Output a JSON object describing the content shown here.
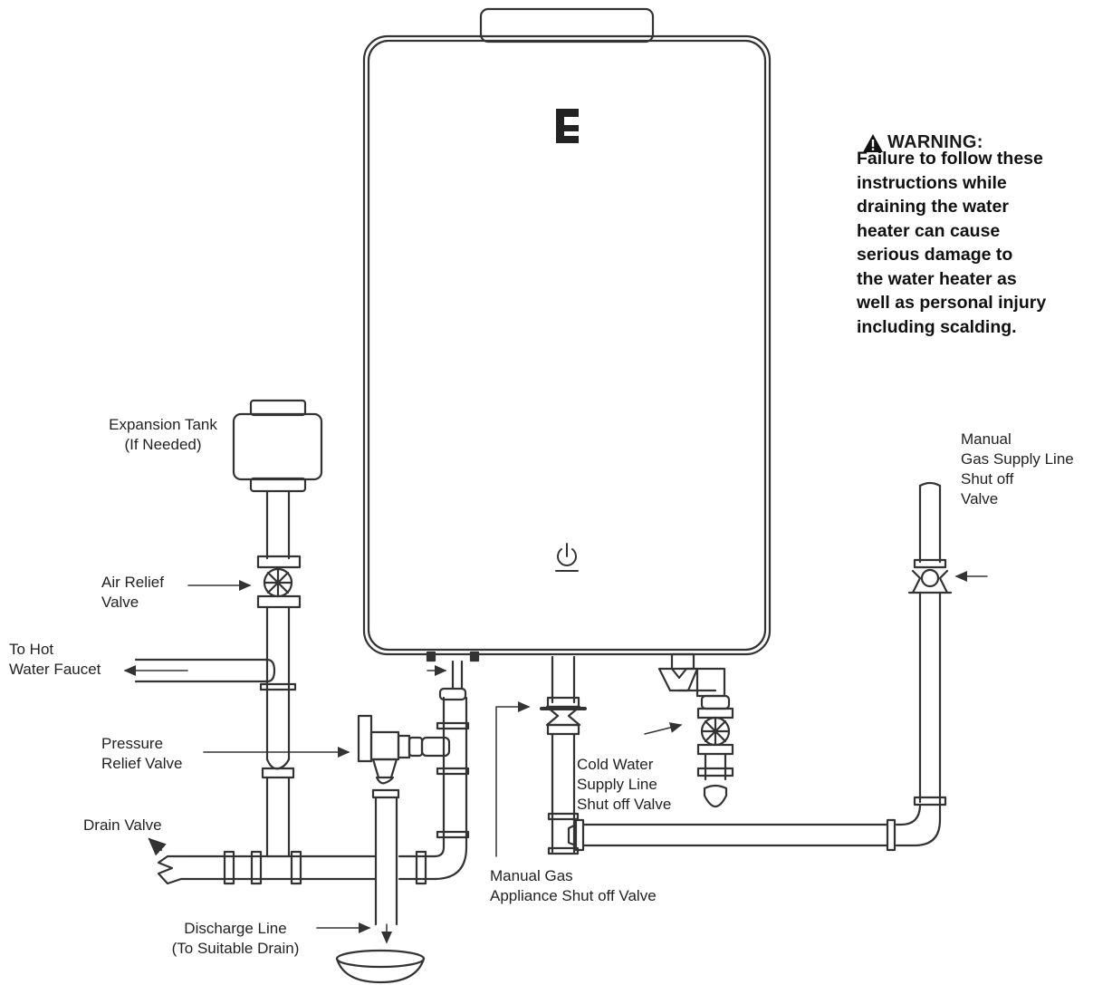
{
  "warning": {
    "title": "WARNING:",
    "body": "Failure to follow these\ninstructions while\ndraining the water\nheater can cause\nserious damage to\nthe water heater as\nwell as personal injury\nincluding scalding."
  },
  "labels": {
    "expansion_tank": "Expansion Tank\n(If Needed)",
    "air_relief_valve": "Air Relief\nValve",
    "to_hot_water_faucet": "To Hot\nWater Faucet",
    "pressure_relief_valve": "Pressure\nRelief Valve",
    "drain_valve": "Drain Valve",
    "discharge_line": "Discharge Line\n(To Suitable Drain)",
    "manual_gas_appliance": "Manual Gas\nAppliance Shut off Valve",
    "cold_water_supply": "Cold Water\nSupply Line\nShut off Valve",
    "manual_gas_supply": "Manual\nGas Supply Line\nShut off\nValve"
  },
  "icons": {
    "logo": "brand-e-logo-icon",
    "power": "power-icon",
    "warning": "warning-triangle-icon"
  },
  "colors": {
    "line": "#333333",
    "text": "#222222",
    "warning_text": "#111111"
  }
}
